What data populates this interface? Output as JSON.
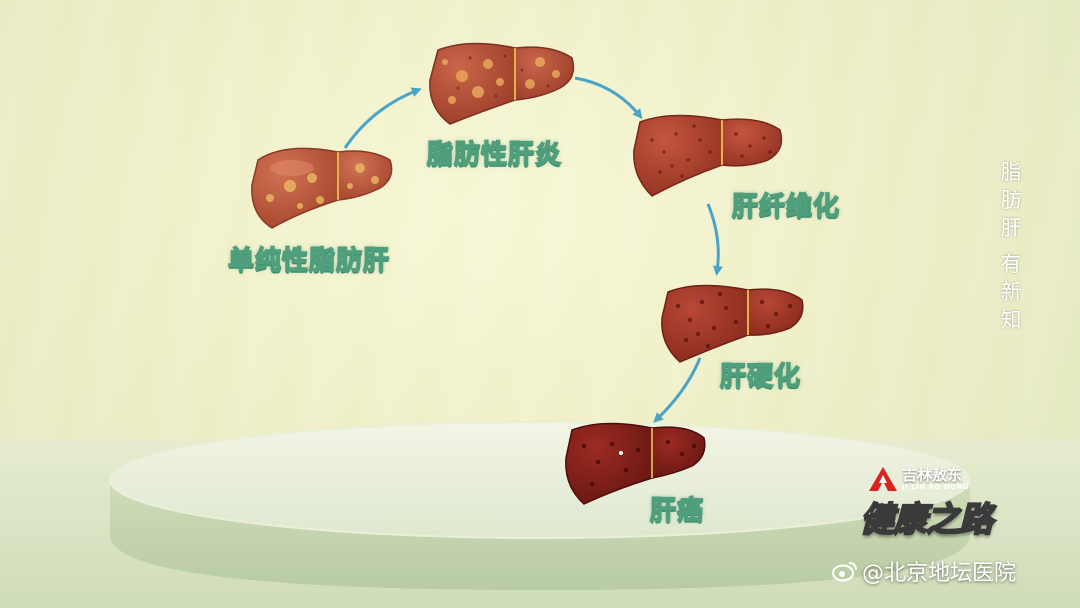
{
  "stages": [
    {
      "id": "simple-fatty-liver",
      "label": "单纯性脂肪肝"
    },
    {
      "id": "fatty-hepatitis",
      "label": "脂肪性肝炎"
    },
    {
      "id": "liver-fibrosis",
      "label": "肝纤维化"
    },
    {
      "id": "liver-cirrhosis",
      "label": "肝硬化"
    },
    {
      "id": "liver-cancer",
      "label": "肝癌"
    }
  ],
  "side_title": {
    "line1": [
      "脂",
      "肪",
      "肝"
    ],
    "line2": [
      "有",
      "新",
      "知"
    ]
  },
  "logo": {
    "cn": "吉林敖东",
    "en": "JI LIN AO DONG",
    "show_title": "健康之路"
  },
  "watermark": "@北京地坛医院",
  "colors": {
    "label_outline": "#4f9e7c",
    "arrow": "#4aa3c8",
    "liver_healthy": "#b95a3e",
    "liver_cancer": "#7a1e1a"
  }
}
